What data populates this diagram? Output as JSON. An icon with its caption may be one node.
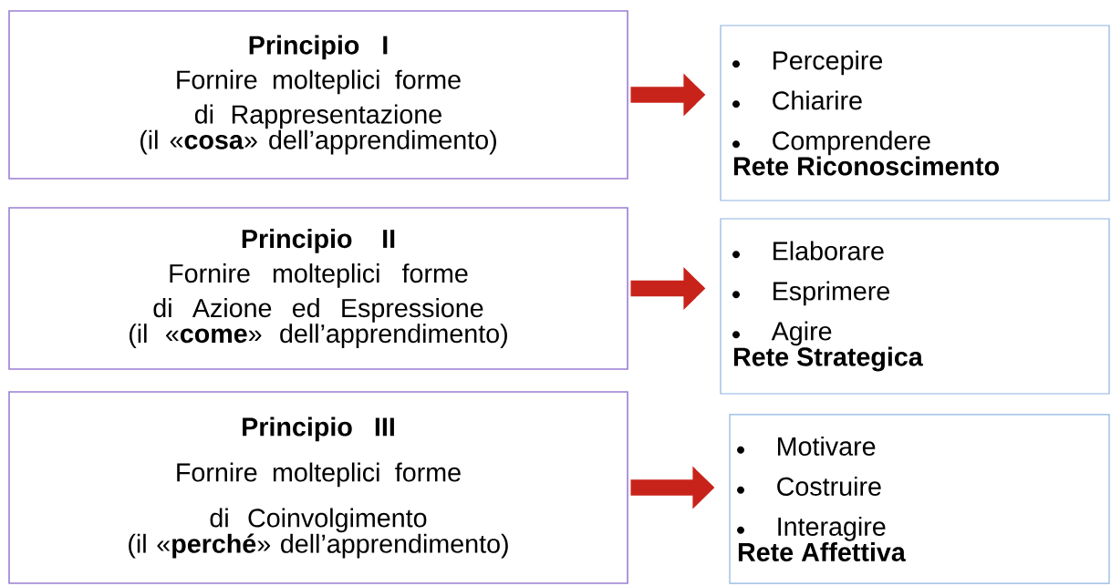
{
  "diagram": {
    "nodes": [
      {
        "text": [
          "Principio I",
          "Fornire molteplici forme di Rappresentazione",
          "(il «**cosa**» dell’apprendimento)"
        ]
      },
      {
        "text": [
          "Principio II",
          "Fornire molteplici forme di Azione ed Espressione",
          "(il «**come**» dell’apprendimento)"
        ]
      },
      {
        "text": [
          "Principio III",
          "Fornire molteplici forme di Coinvolgimento",
          "(il «**perché**» dell’apprendimento)"
        ]
      },
      {
        "text": [
          "Percepire",
          "Chiarire",
          "Comprendere",
          "Rete Riconoscimento"
        ]
      },
      {
        "text": [
          "Elaborare",
          "Esprimere",
          "Agire",
          "Rete Strategica"
        ]
      },
      {
        "text": [
          "Motivare",
          "Costruire",
          "Interagire",
          "Rete Affettiva"
        ]
      }
    ],
    "edges": [
      {
        "from": 0,
        "to": 3,
        "arrow": "to"
      },
      {
        "from": 1,
        "to": 4,
        "arrow": "to"
      },
      {
        "from": 2,
        "to": 5,
        "arrow": "to"
      }
    ]
  }
}
